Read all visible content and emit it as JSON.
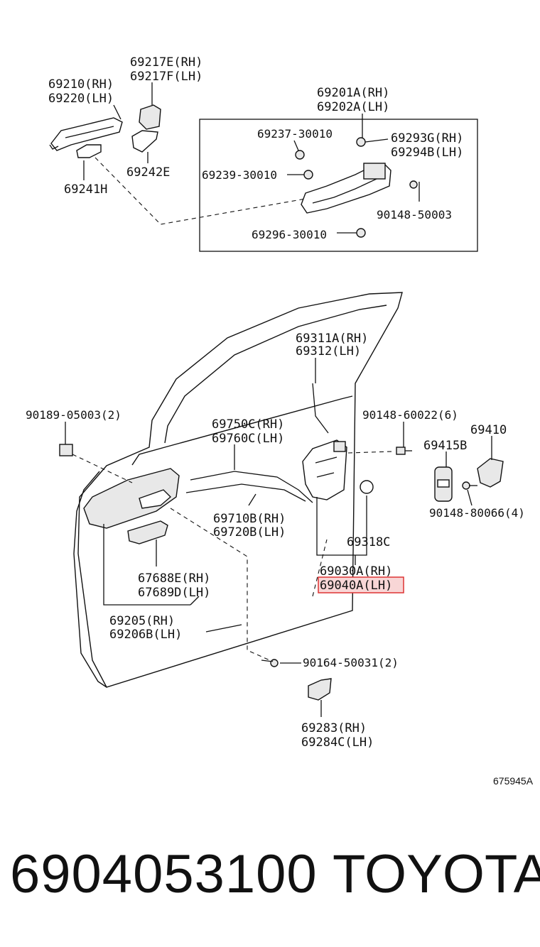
{
  "labels": {
    "p69217": [
      "69217E(RH)",
      "69217F(LH)"
    ],
    "p69210": [
      "69210(RH)",
      "69220(LH)"
    ],
    "p69201": [
      "69201A(RH)",
      "69202A(LH)"
    ],
    "p69237": "69237-30010",
    "p69293": [
      "69293G(RH)",
      "69294B(LH)"
    ],
    "p69239": "69239-30010",
    "p90148_50003": "90148-50003",
    "p69296": "69296-30010",
    "p69242": "69242E",
    "p69241": "69241H",
    "p69311": [
      "69311A(RH)",
      "69312(LH)"
    ],
    "p90189": "90189-05003(2)",
    "p90148_60022": "90148-60022(6)",
    "p69750": [
      "69750C(RH)",
      "69760C(LH)"
    ],
    "p69410": "69410",
    "p69415": "69415B",
    "p90148_80066": "90148-80066(4)",
    "p69710": [
      "69710B(RH)",
      "69720B(LH)"
    ],
    "p69318": "69318C",
    "p69030": [
      "69030A(RH)",
      "69040A(LH)"
    ],
    "p67688": [
      "67688E(RH)",
      "67689D(LH)"
    ],
    "p69205": [
      "69205(RH)",
      "69206B(LH)"
    ],
    "p90164": "90164-50031(2)",
    "p69283": [
      "69283(RH)",
      "69284C(LH)"
    ]
  },
  "highlighted_part": "69040A(LH)",
  "highlight_color": "#d33333",
  "figure_code": "675945A",
  "footer": {
    "part_number": "6904053100",
    "brand": "TOYOTA"
  }
}
